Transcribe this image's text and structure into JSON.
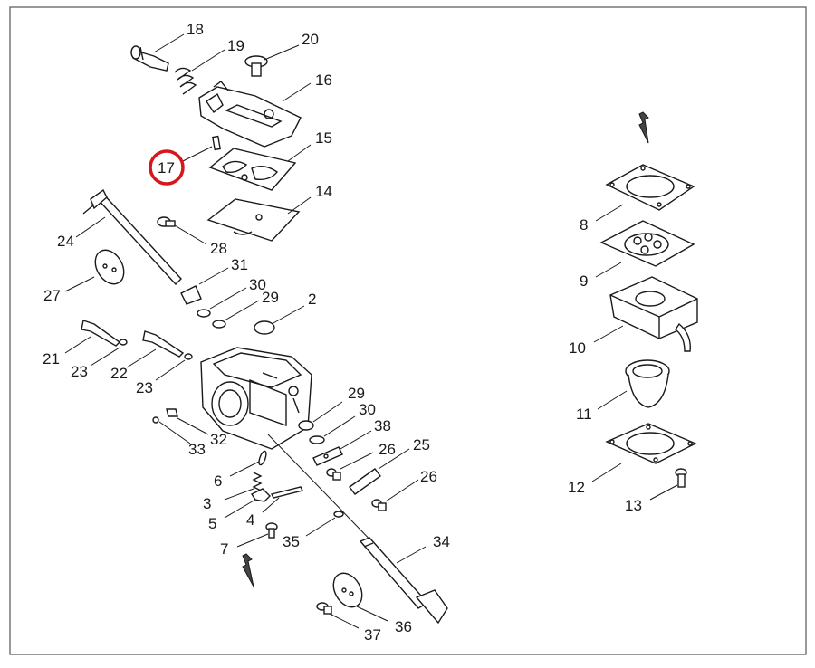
{
  "diagram": {
    "highlight_color": "#d8141c",
    "line_color": "#1a1a1a",
    "highlighted_part": "17",
    "labels": {
      "p18": "18",
      "p19": "19",
      "p20": "20",
      "p16": "16",
      "p15": "15",
      "p17": "17",
      "p14": "14",
      "p24": "24",
      "p28": "28",
      "p27": "27",
      "p31": "31",
      "p30a": "30",
      "p29a": "29",
      "p2": "2",
      "p21": "21",
      "p23a": "23",
      "p22": "22",
      "p23b": "23",
      "p33": "33",
      "p32": "32",
      "p29b": "29",
      "p30b": "30",
      "p38": "38",
      "p26a": "26",
      "p25": "25",
      "p26b": "26",
      "p6": "6",
      "p3": "3",
      "p5": "5",
      "p4": "4",
      "p7": "7",
      "p35": "35",
      "p34": "34",
      "p36": "36",
      "p37": "37",
      "p8": "8",
      "p9": "9",
      "p10": "10",
      "p11": "11",
      "p12": "12",
      "p13": "13"
    }
  }
}
